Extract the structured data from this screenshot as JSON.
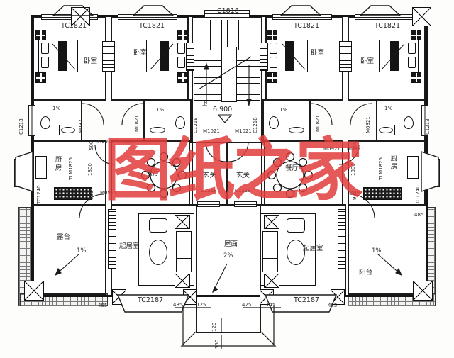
{
  "watermark": {
    "text": "图纸之家",
    "color": "#e23d3d"
  },
  "rooms": {
    "bedroom": "卧室",
    "kitchen": "厨房",
    "dining": "餐厅",
    "foyer": "玄关",
    "living": "起居室",
    "terrace": "露台",
    "balcony": "阳台",
    "roof": "屋面"
  },
  "openings": {
    "c1818": "C1818",
    "tc1821": "TC1821",
    "c1218": "C1218",
    "m0821": "M0821",
    "m0921": "M0921",
    "m1021": "M1021",
    "tlm1825": "TLM1825",
    "tc2187": "TC2187",
    "tc_bay": "TC1240"
  },
  "stairs": {
    "elevation": "6.900",
    "up": "上",
    "down": "下"
  },
  "slopes": {
    "s1": "1%",
    "s2": "2%"
  },
  "dims": {
    "d1800": "1800",
    "d900": "900",
    "d500": "500",
    "d120": "120",
    "d550": "550",
    "d485": "485",
    "d125": "125",
    "d425": "425",
    "d145": "145"
  },
  "line_color": "#1b1b1b"
}
